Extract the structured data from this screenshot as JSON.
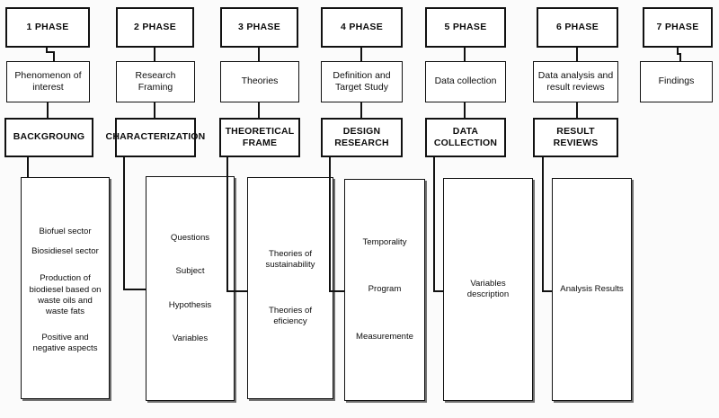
{
  "diagram": {
    "title": "Research Phases Flowchart",
    "background_color": "#fbfbfb",
    "line_color": "#111111",
    "box_fill": "#ffffff"
  },
  "columns": [
    {
      "phase": "1 PHASE",
      "description": "Phenomenon of interest",
      "stage": "BACKGROUNG",
      "details": [
        "Biofuel sector",
        "Biosidiesel sector",
        "Production of biodiesel based on waste oils and waste fats",
        "Positive and negative aspects"
      ]
    },
    {
      "phase": "2 PHASE",
      "description": "Research Framing",
      "stage": "CHARACTERIZATION",
      "details": [
        "Questions",
        "Subject",
        "Hypothesis",
        "Variables"
      ]
    },
    {
      "phase": "3 PHASE",
      "description": "Theories",
      "stage": "THEORETICAL FRAME",
      "details": [
        "Theories of sustainability",
        "Theories of eficiency"
      ]
    },
    {
      "phase": "4 PHASE",
      "description": "Definition and Target Study",
      "stage": "DESIGN RESEARCH",
      "details": [
        "Temporality",
        "Program",
        "Measuremente"
      ]
    },
    {
      "phase": "5 PHASE",
      "description": "Data collection",
      "stage": "DATA COLLECTION",
      "details": [
        "Variables description"
      ]
    },
    {
      "phase": "6 PHASE",
      "description": "Data analysis and result reviews",
      "stage": "RESULT REVIEWS",
      "details": [
        "Analysis Results"
      ]
    },
    {
      "phase": "7 PHASE",
      "description": "Findings",
      "stage": null,
      "details": []
    }
  ]
}
